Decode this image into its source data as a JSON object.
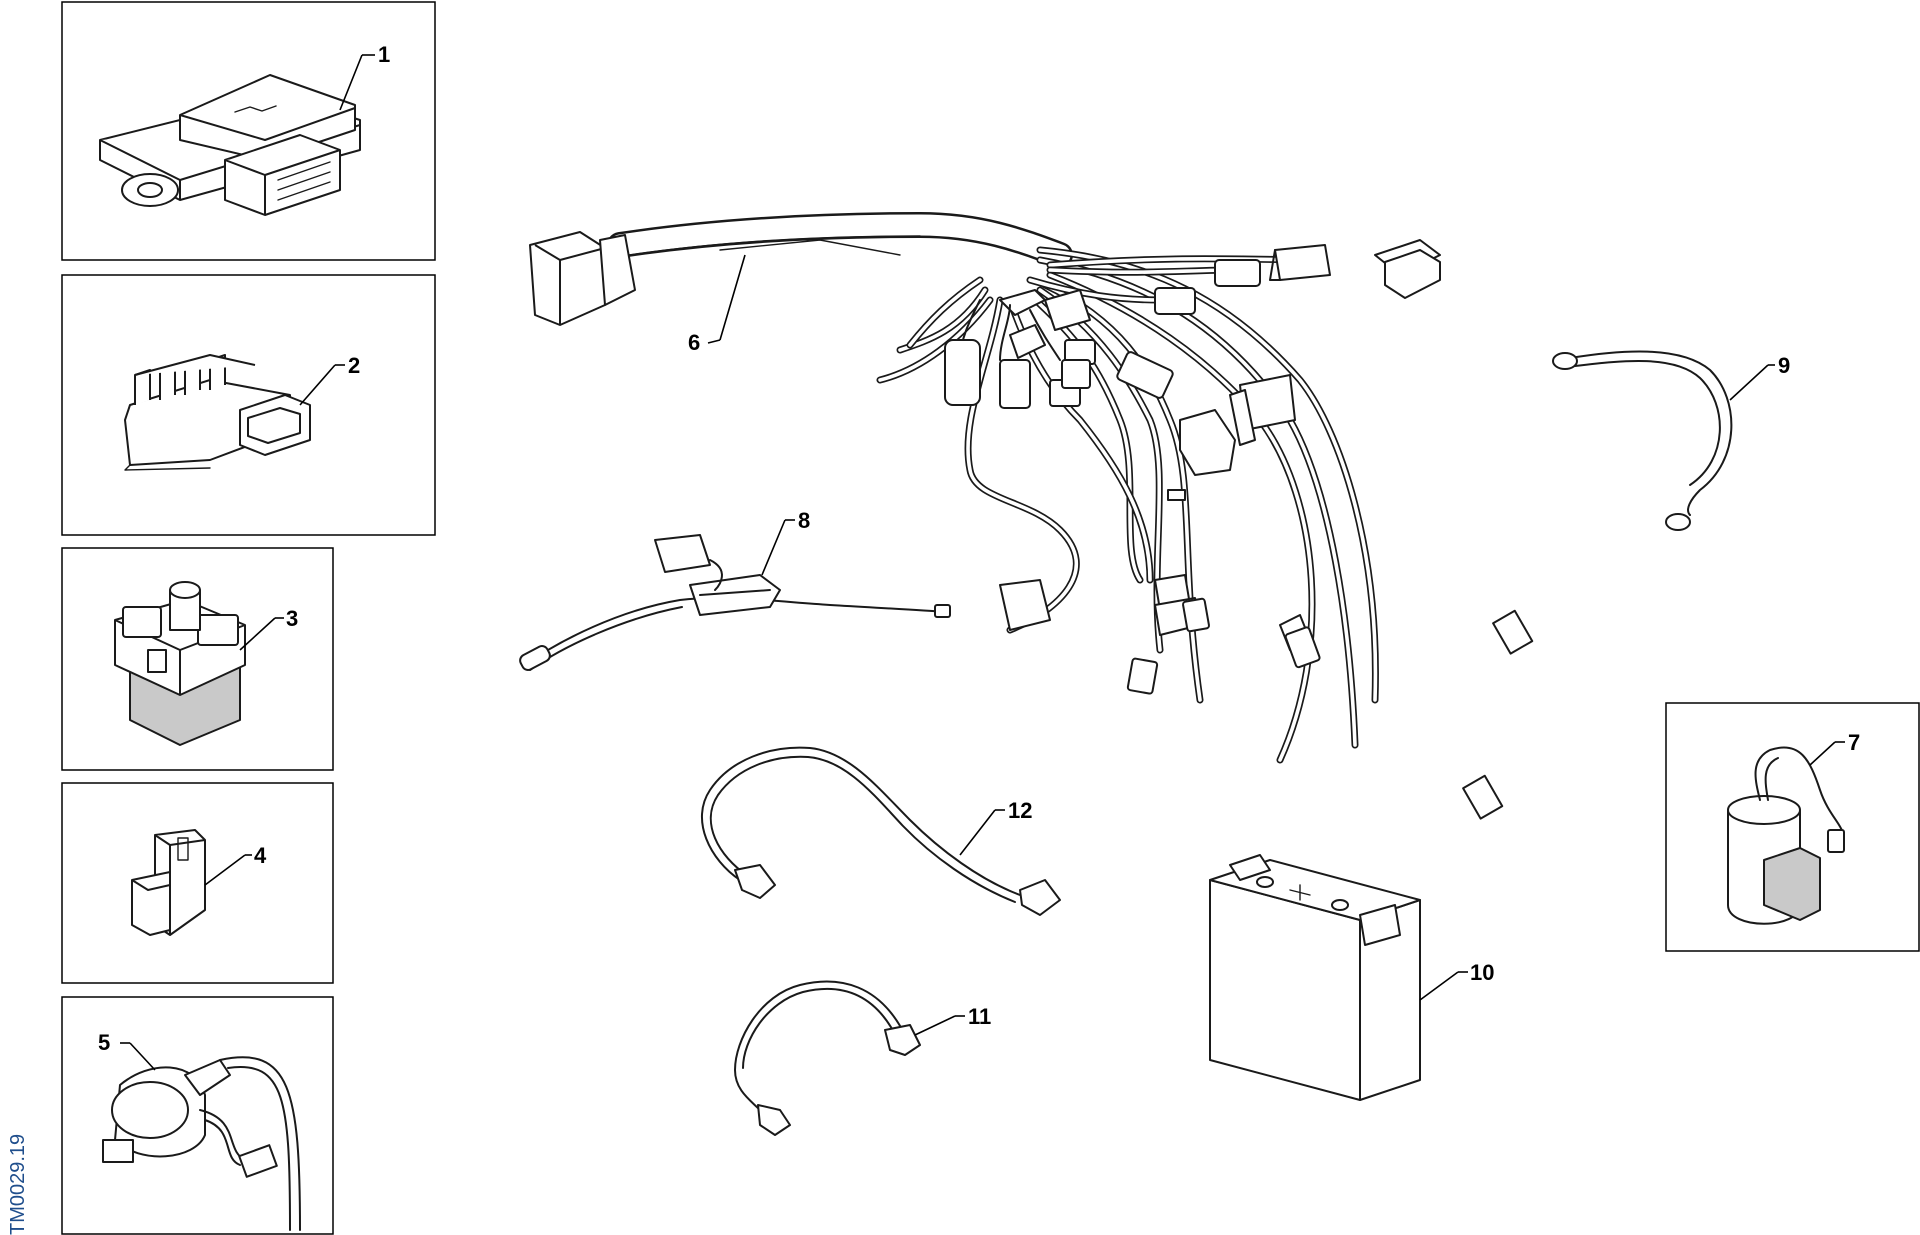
{
  "drawing_code": "TM0029.19",
  "callouts": [
    {
      "id": "1"
    },
    {
      "id": "2"
    },
    {
      "id": "3"
    },
    {
      "id": "4"
    },
    {
      "id": "5"
    },
    {
      "id": "6"
    },
    {
      "id": "7"
    },
    {
      "id": "8"
    },
    {
      "id": "9"
    },
    {
      "id": "10"
    },
    {
      "id": "11"
    },
    {
      "id": "12"
    }
  ],
  "colors": {
    "line": "#1a1a1a",
    "code_text": "#1f4e8c",
    "shade": "#c9c9c9"
  }
}
